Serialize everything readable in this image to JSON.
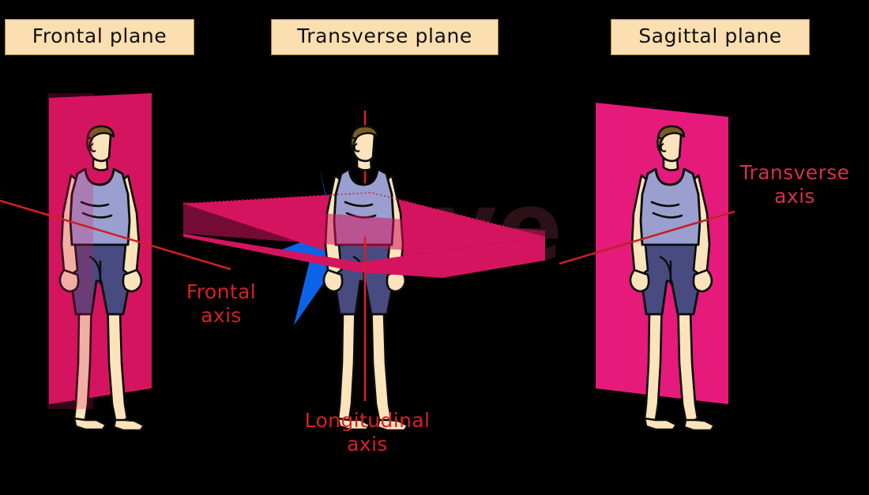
{
  "diagram": {
    "subject": "Planes and axes of movement",
    "background_color": "#000000",
    "watermark_text": "save"
  },
  "panels": [
    {
      "id": "frontal",
      "plane_label": "Frontal plane",
      "axis_label": "Frontal\naxis",
      "plane_color": "#d4145f",
      "plane_orientation": "vertical-coronal",
      "axis_orientation": "horizontal-front-to-back-tilted"
    },
    {
      "id": "transverse",
      "plane_label": "Transverse plane",
      "axis_label": "Longitudinal\naxis",
      "plane_color": "#d4145f",
      "accent_color": "#0d63e8",
      "plane_orientation": "horizontal",
      "axis_orientation": "vertical"
    },
    {
      "id": "sagittal",
      "plane_label": "Sagittal plane",
      "axis_label": "Transverse\naxis",
      "plane_color": "#e51a7b",
      "plane_orientation": "vertical-median",
      "axis_orientation": "horizontal-side-to-side-tilted"
    }
  ],
  "figure_palette": {
    "skin": "#fbe3bb",
    "skin_shaded": "#e5a19d",
    "hair": "#7a5c23",
    "hair_shaded": "#b5344f",
    "tank_top": "#9b9fd0",
    "tank_top_shaded": "#b5638f",
    "shorts": "#474b80",
    "shorts_shaded": "#8e3670",
    "outline": "#0b0b0b"
  },
  "axis_line_colors": {
    "frontal_axis_line": "#cf2026",
    "longitudinal_axis_line": "#d62027",
    "transverse_axis_line": "#c22027"
  }
}
